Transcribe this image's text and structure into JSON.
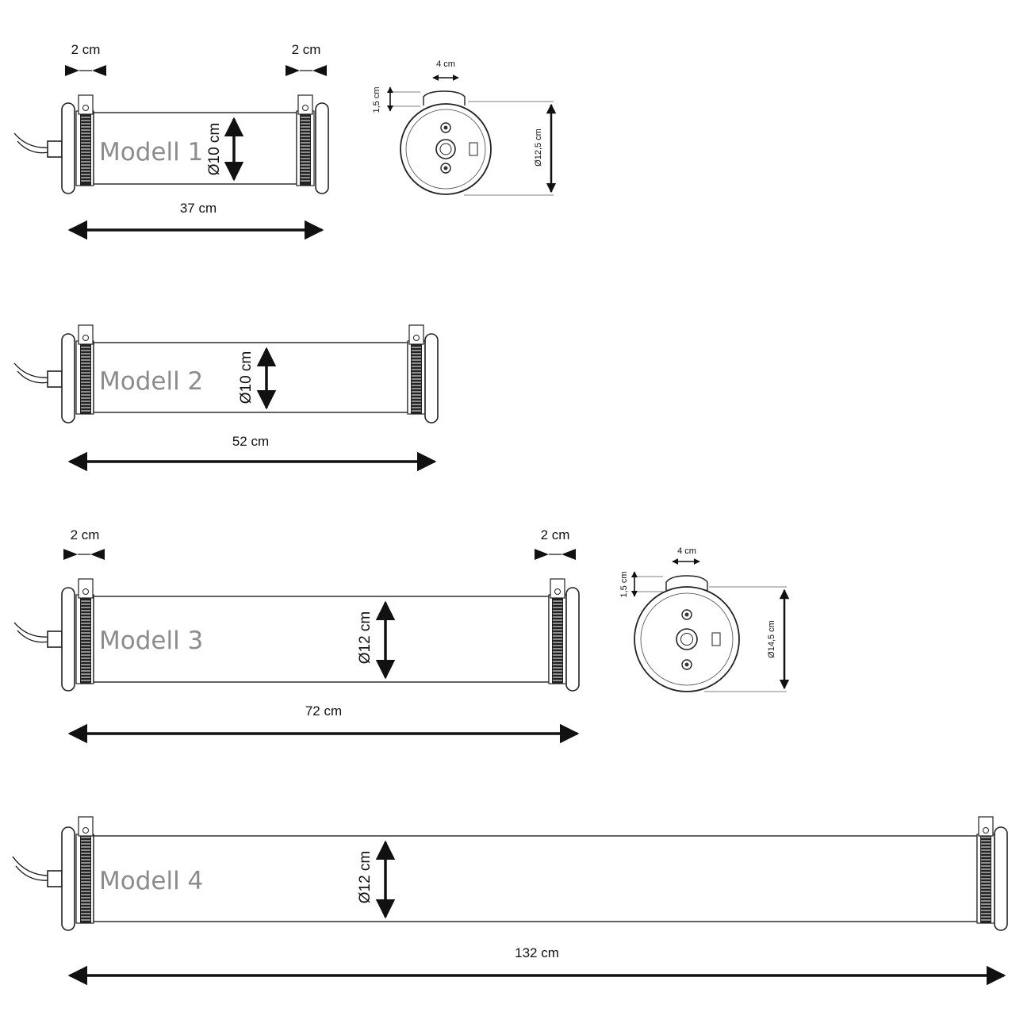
{
  "models": [
    {
      "label": "Modell 1",
      "length": "37 cm",
      "diameter": "Ø10 cm",
      "collar_left": "2 cm",
      "collar_right": "2 cm"
    },
    {
      "label": "Modell 2",
      "length": "52 cm",
      "diameter": "Ø10 cm"
    },
    {
      "label": "Modell 3",
      "length": "72 cm",
      "diameter": "Ø12 cm",
      "collar_left": "2 cm",
      "collar_right": "2 cm"
    },
    {
      "label": "Modell 4",
      "length": "132 cm",
      "diameter": "Ø12 cm"
    }
  ],
  "end_views": [
    {
      "bracket_width": "4 cm",
      "bracket_height": "1,5 cm",
      "diameter": "Ø12,5 cm"
    },
    {
      "bracket_width": "4 cm",
      "bracket_height": "1,5 cm",
      "diameter": "Ø14,5 cm"
    }
  ],
  "colors": {
    "line": "#111111",
    "label_gray": "#8c8c8c"
  }
}
